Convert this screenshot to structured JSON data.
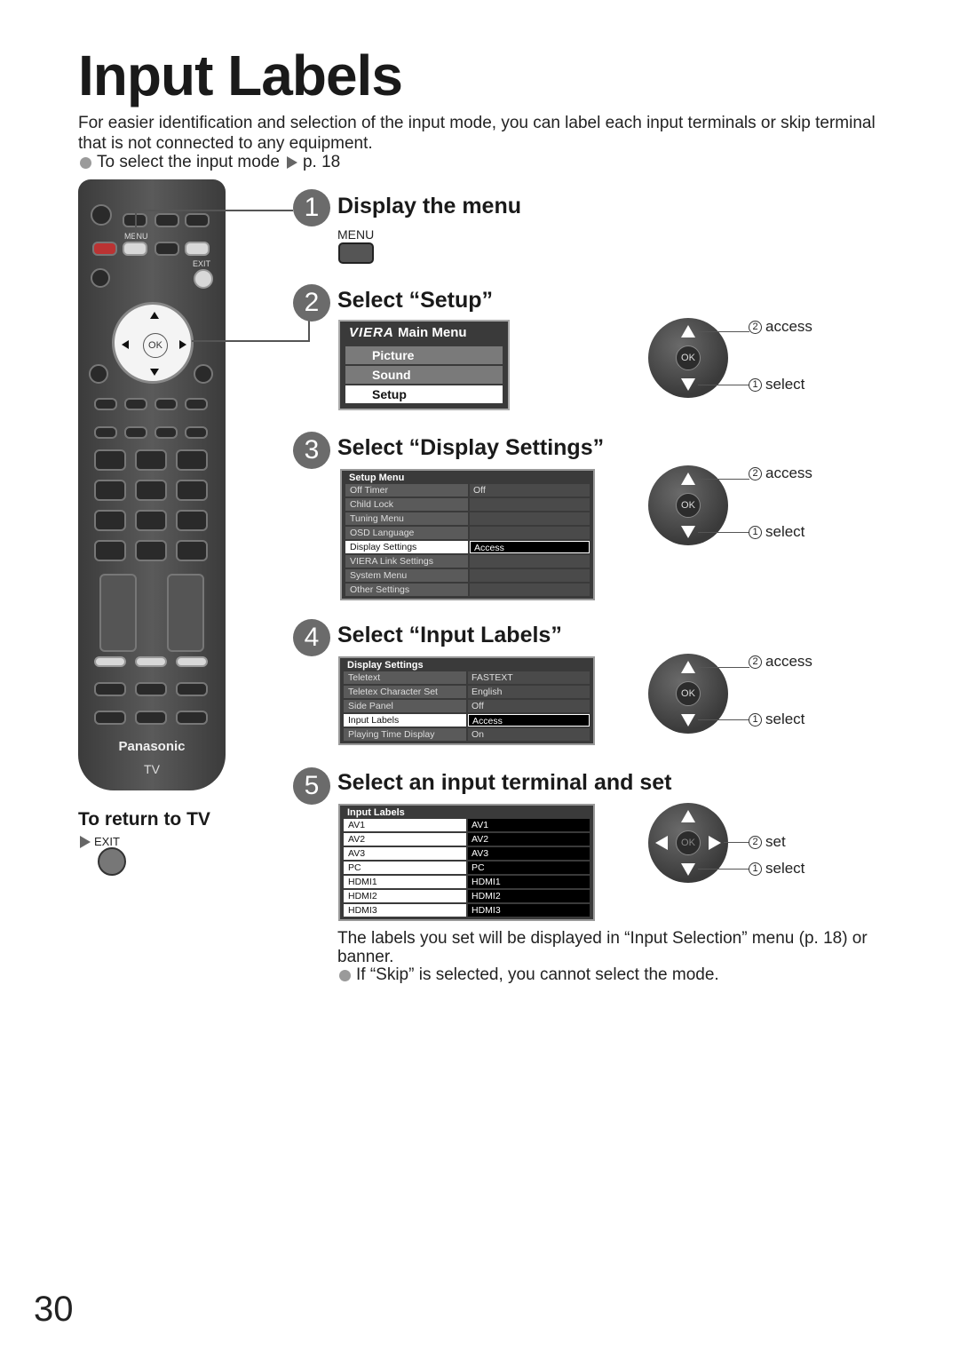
{
  "title": "Input Labels",
  "intro": "For easier identification and selection of the input mode, you can label each input terminals or skip terminal that is not connected to any equipment.",
  "bullet_input_mode": "To select the input mode",
  "bullet_input_mode_ref": "p. 18",
  "remote": {
    "menu_label": "MENU",
    "exit_label": "EXIT",
    "ok_label": "OK",
    "brand": "Panasonic",
    "tv_label": "TV"
  },
  "return_to_tv": {
    "title": "To return to TV",
    "exit_label": "EXIT"
  },
  "steps": [
    {
      "num": "1",
      "title": "Display the menu",
      "button_label": "MENU"
    },
    {
      "num": "2",
      "title": "Select “Setup”"
    },
    {
      "num": "3",
      "title": "Select “Display Settings”"
    },
    {
      "num": "4",
      "title": "Select “Input Labels”"
    },
    {
      "num": "5",
      "title": "Select an input terminal and set"
    }
  ],
  "main_menu": {
    "title": "Main Menu",
    "brand": "VIERA",
    "items": [
      "Picture",
      "Sound",
      "Setup"
    ]
  },
  "setup_menu": {
    "title": "Setup Menu",
    "rows": [
      [
        "Off Timer",
        "Off"
      ],
      [
        "Child Lock",
        ""
      ],
      [
        "Tuning Menu",
        ""
      ],
      [
        "OSD Language",
        ""
      ],
      [
        "Display Settings",
        "Access"
      ],
      [
        "VIERA Link Settings",
        ""
      ],
      [
        "System Menu",
        ""
      ],
      [
        "Other Settings",
        ""
      ]
    ]
  },
  "display_settings": {
    "title": "Display Settings",
    "rows": [
      [
        "Teletext",
        "FASTEXT"
      ],
      [
        "Teletex Character Set",
        "English"
      ],
      [
        "Side Panel",
        "Off"
      ],
      [
        "Input Labels",
        "Access"
      ],
      [
        "Playing Time Display",
        "On"
      ]
    ]
  },
  "input_labels": {
    "title": "Input Labels",
    "rows": [
      [
        "AV1",
        "AV1"
      ],
      [
        "AV2",
        "AV2"
      ],
      [
        "AV3",
        "AV3"
      ],
      [
        "PC",
        "PC"
      ],
      [
        "HDMI1",
        "HDMI1"
      ],
      [
        "HDMI2",
        "HDMI2"
      ],
      [
        "HDMI3",
        "HDMI3"
      ]
    ]
  },
  "nav": {
    "ok": "OK",
    "access": "access",
    "select": "select",
    "set": "set",
    "num1": "1",
    "num2": "2"
  },
  "note": "The labels you set will be displayed in “Input Selection” menu (p. 18) or banner.",
  "note_bullet": "If “Skip” is selected, you cannot select the mode.",
  "page_number": "30"
}
